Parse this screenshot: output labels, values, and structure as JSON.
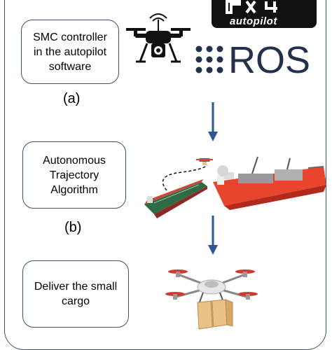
{
  "steps": [
    {
      "text": "SMC controller\nin the autopilot\nsoftware",
      "label": "(a)"
    },
    {
      "text": "Autonomous\nTrajectory\nAlgorithm",
      "label": "(b)"
    },
    {
      "text": "Deliver the small\ncargo"
    }
  ],
  "logos": {
    "px4_wordmark": "autopilot",
    "ros_wordmark": "ROS"
  },
  "colors": {
    "box_border": "#3d4f6a",
    "arrow": "#2f5597",
    "px4_bg": "#111111",
    "ros_text": "#23324a",
    "ship_red": "#e8452c",
    "tanker_green": "#2f6b45"
  }
}
